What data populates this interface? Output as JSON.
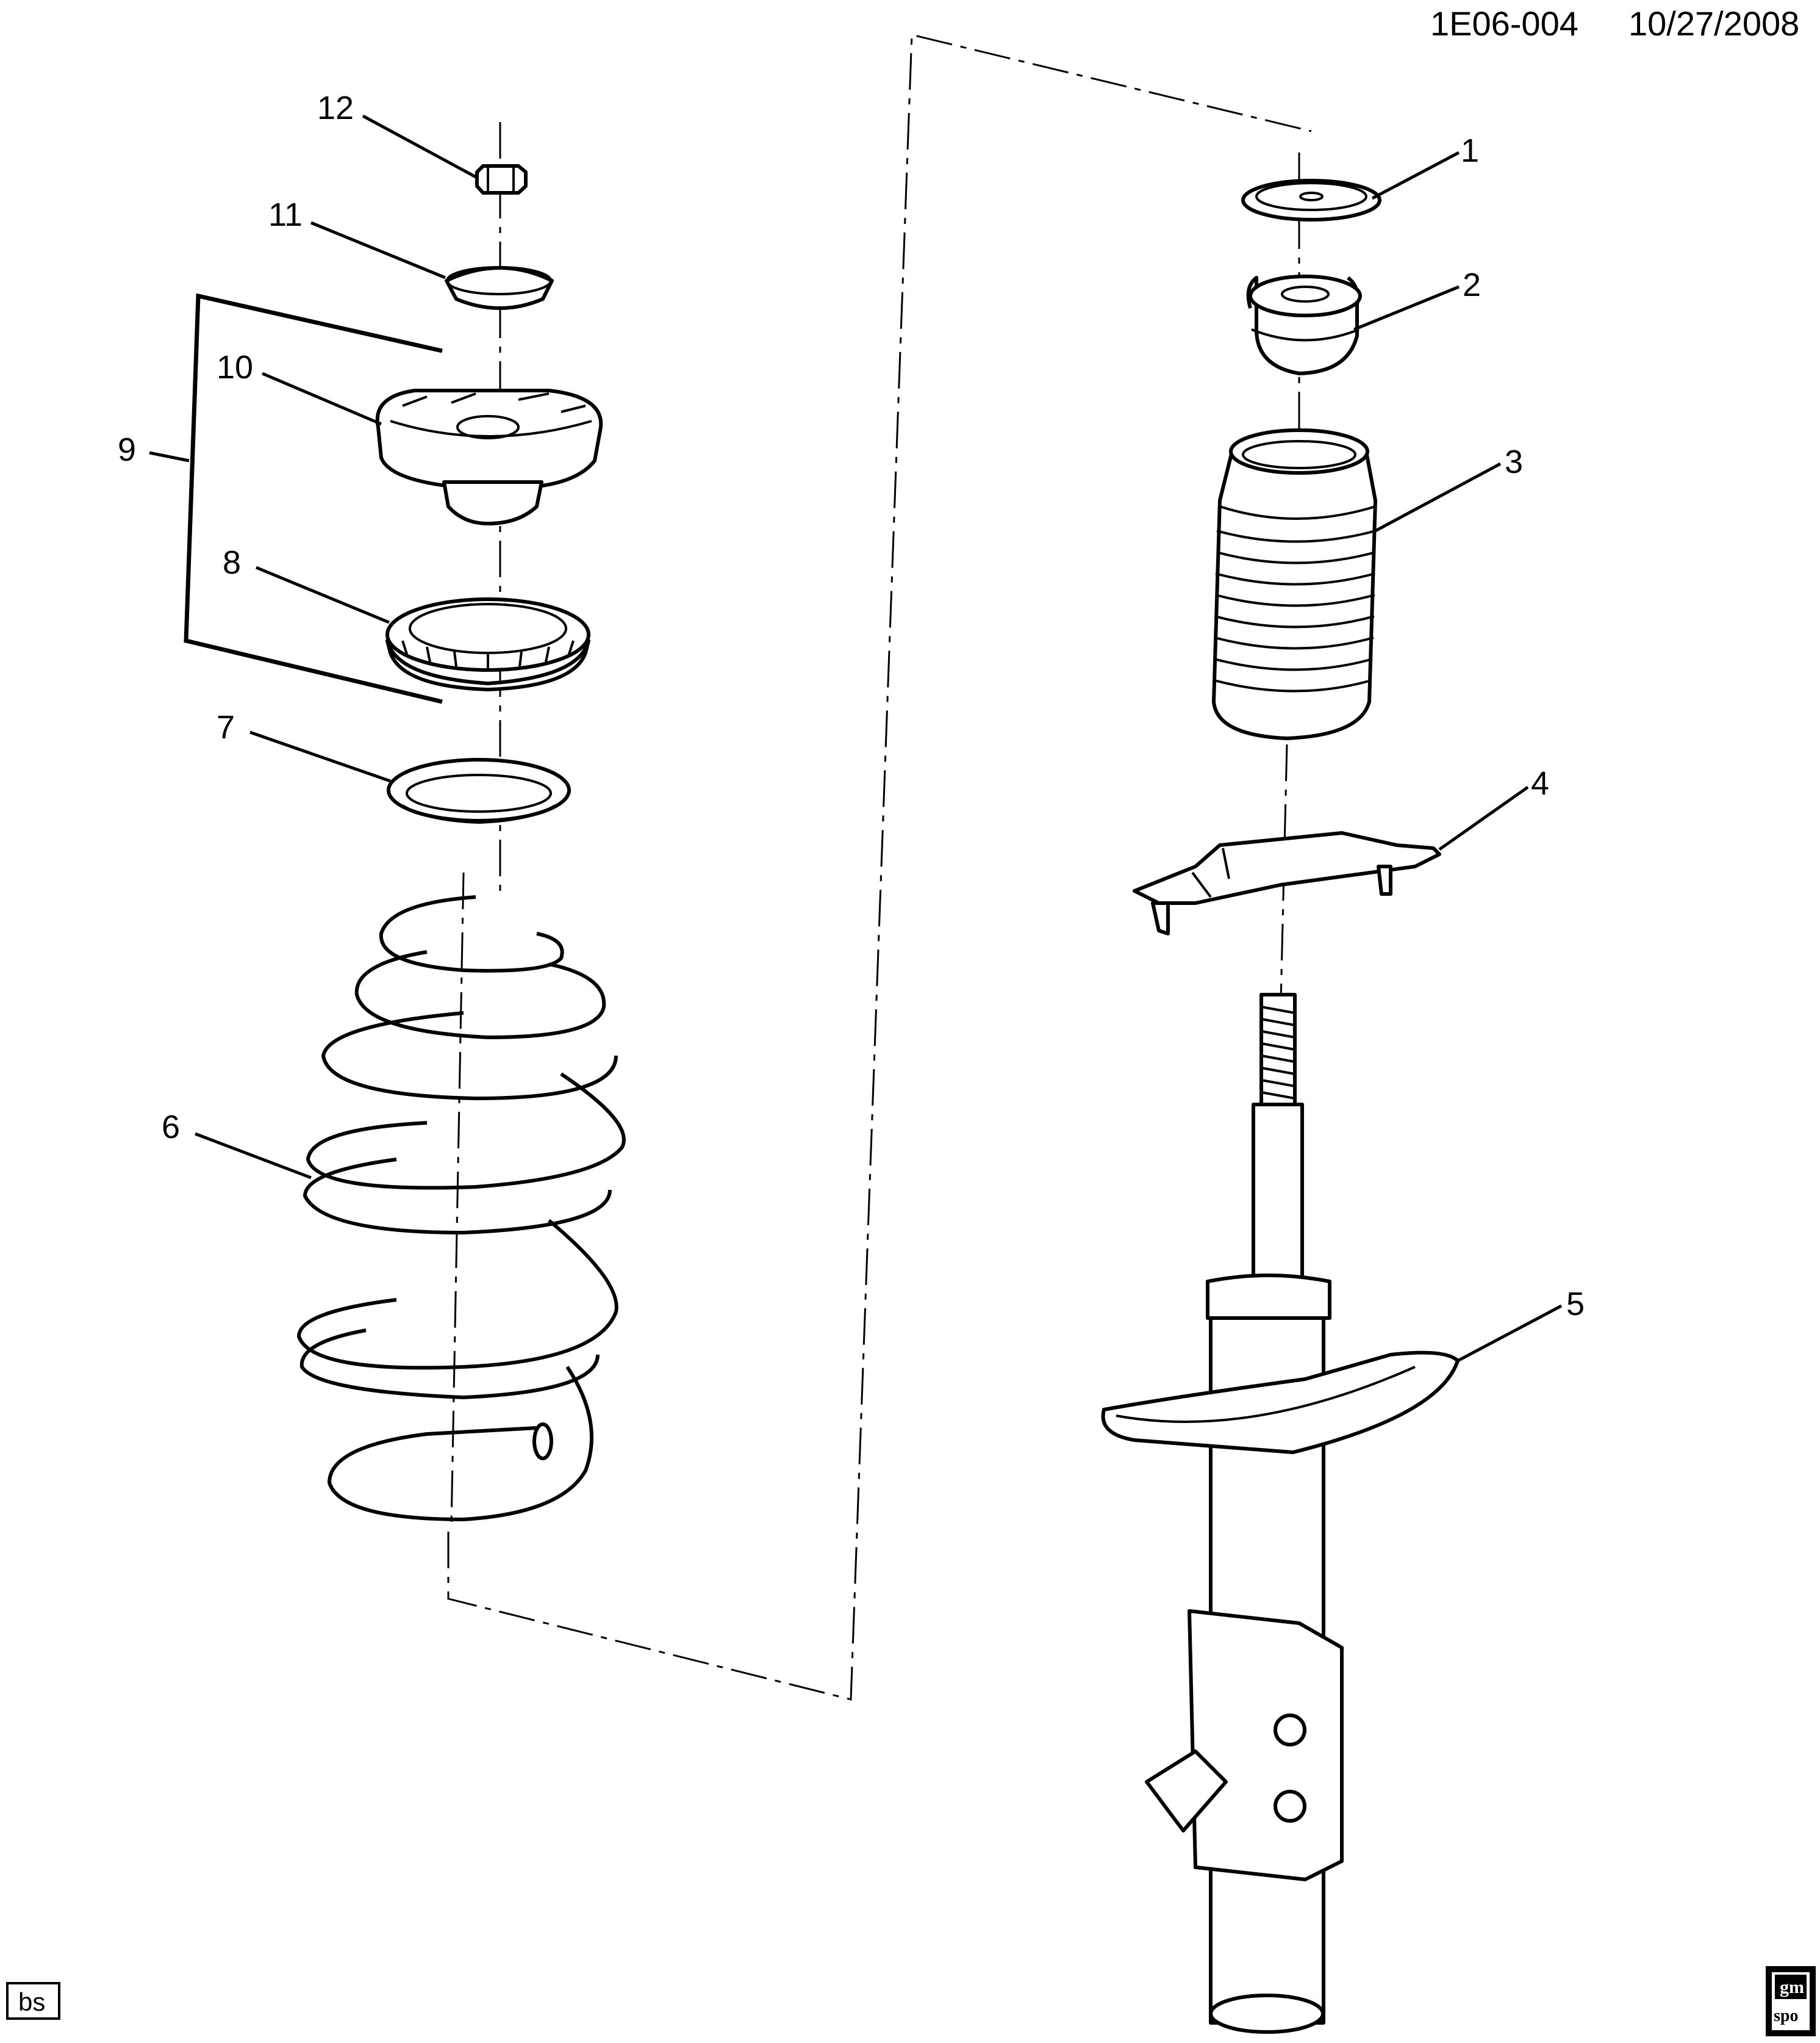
{
  "header": {
    "id": "1E06-004",
    "date": "10/27/2008"
  },
  "callouts": [
    "1",
    "2",
    "3",
    "4",
    "5",
    "6",
    "7",
    "8",
    "9",
    "10",
    "11",
    "12"
  ],
  "footer": {
    "left_tag": "bs",
    "logo_text_top": "gm",
    "logo_text_bottom": "spo"
  }
}
